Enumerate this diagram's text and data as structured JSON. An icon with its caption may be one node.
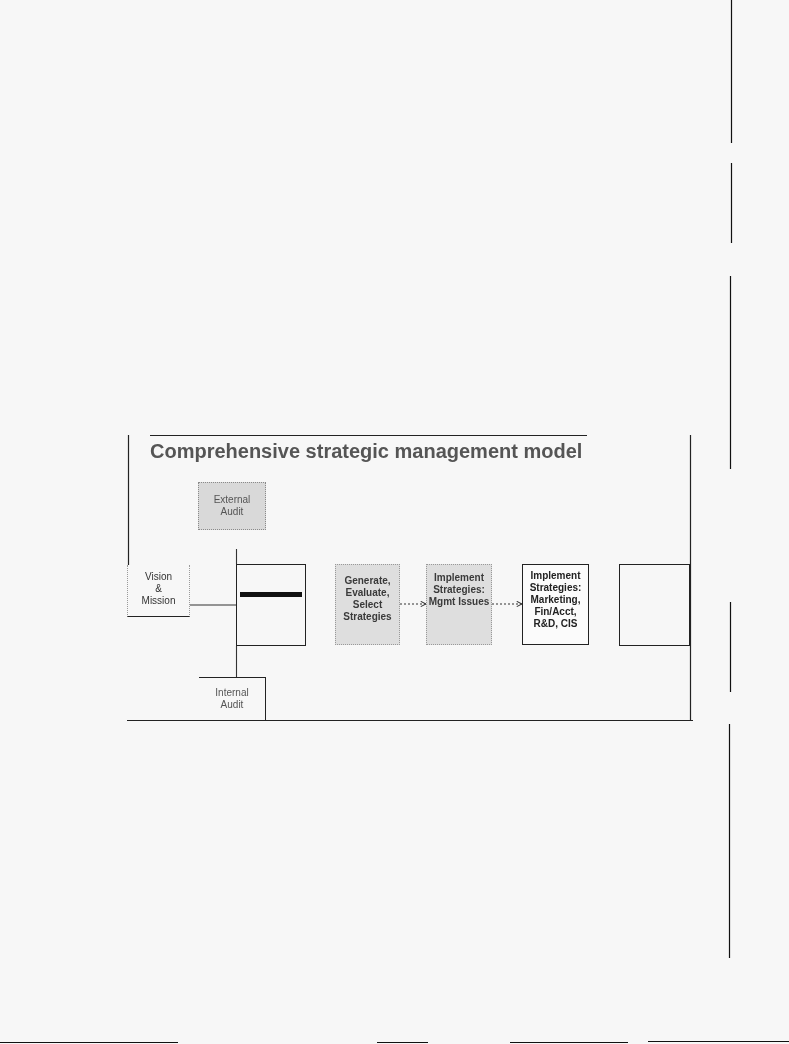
{
  "diagram": {
    "title": "Comprehensive strategic management model",
    "nodes": [
      {
        "text": [
          "External Audit"
        ]
      },
      {
        "text": [
          "Vision & Mission"
        ]
      },
      {
        "text": [],
        "shape": "box"
      },
      {
        "text": [
          "Generate, Evaluate, Select Strategies"
        ]
      },
      {
        "text": [
          "Implement Strategies: Mgmt Issues"
        ]
      },
      {
        "text": [
          "Implement Strategies: Marketing, Fin/Acct, R&D, CIS"
        ]
      },
      {
        "text": [],
        "shape": "box"
      },
      {
        "text": [
          "Internal Audit"
        ]
      }
    ],
    "edges": [
      {
        "from": 3,
        "to": 4,
        "arrow": "to",
        "style": "dashed"
      },
      {
        "from": 4,
        "to": 5,
        "arrow": "to",
        "style": "dashed"
      },
      {
        "from": 1,
        "to": 2,
        "arrow": "none"
      },
      {
        "from": null,
        "to": 2,
        "arrow": "none"
      },
      {
        "from": 2,
        "to": 7,
        "arrow": "none"
      }
    ]
  }
}
